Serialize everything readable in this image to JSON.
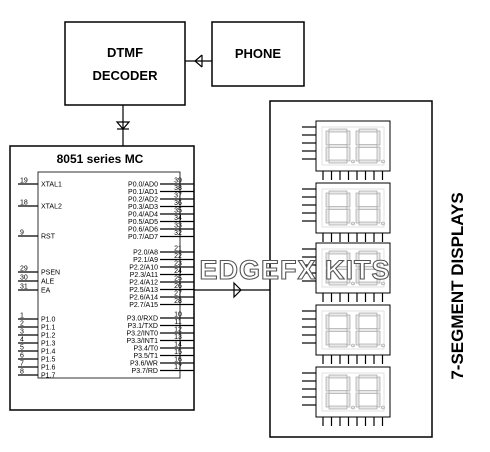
{
  "blocks": {
    "dtmf_decoder": {
      "line1": "DTMF",
      "line2": "DECODER"
    },
    "phone": {
      "label": "PHONE"
    },
    "microcontroller": {
      "title": "8051 series MC"
    },
    "displays": {
      "label": "7-SEGMENT DISPLAYS",
      "count": 5
    }
  },
  "mcu_left_pins": [
    {
      "num": "19",
      "name": "XTAL1"
    },
    {
      "num": "18",
      "name": "XTAL2"
    },
    {
      "num": "9",
      "name": "RST"
    },
    {
      "num": "29",
      "name": "PSEN"
    },
    {
      "num": "30",
      "name": "ALE"
    },
    {
      "num": "31",
      "name": "EA"
    },
    {
      "num": "1",
      "name": "P1.0"
    },
    {
      "num": "2",
      "name": "P1.1"
    },
    {
      "num": "3",
      "name": "P1.2"
    },
    {
      "num": "4",
      "name": "P1.3"
    },
    {
      "num": "5",
      "name": "P1.4"
    },
    {
      "num": "6",
      "name": "P1.5"
    },
    {
      "num": "7",
      "name": "P1.6"
    },
    {
      "num": "8",
      "name": "P1.7"
    }
  ],
  "mcu_right_pins": [
    {
      "num": "39",
      "name": "P0.0/AD0"
    },
    {
      "num": "38",
      "name": "P0.1/AD1"
    },
    {
      "num": "37",
      "name": "P0.2/AD2"
    },
    {
      "num": "36",
      "name": "P0.3/AD3"
    },
    {
      "num": "35",
      "name": "P0.4/AD4"
    },
    {
      "num": "34",
      "name": "P0.5/AD5"
    },
    {
      "num": "33",
      "name": "P0.6/AD6"
    },
    {
      "num": "32",
      "name": "P0.7/AD7"
    },
    {
      "num": "21",
      "name": "P2.0/A8"
    },
    {
      "num": "22",
      "name": "P2.1/A9"
    },
    {
      "num": "23",
      "name": "P2.2/A10"
    },
    {
      "num": "24",
      "name": "P2.3/A11"
    },
    {
      "num": "25",
      "name": "P2.4/A12"
    },
    {
      "num": "26",
      "name": "P2.5/A13"
    },
    {
      "num": "27",
      "name": "P2.6/A14"
    },
    {
      "num": "28",
      "name": "P2.7/A15"
    },
    {
      "num": "10",
      "name": "P3.0/RXD"
    },
    {
      "num": "11",
      "name": "P3.1/TXD"
    },
    {
      "num": "12",
      "name": "P3.2/INT0"
    },
    {
      "num": "13",
      "name": "P3.3/INT1"
    },
    {
      "num": "14",
      "name": "P3.4/T0"
    },
    {
      "num": "15",
      "name": "P3.5/T1"
    },
    {
      "num": "16",
      "name": "P3.6/WR"
    },
    {
      "num": "17",
      "name": "P3.7/RD"
    }
  ],
  "watermark": "EDGEFX KITS"
}
